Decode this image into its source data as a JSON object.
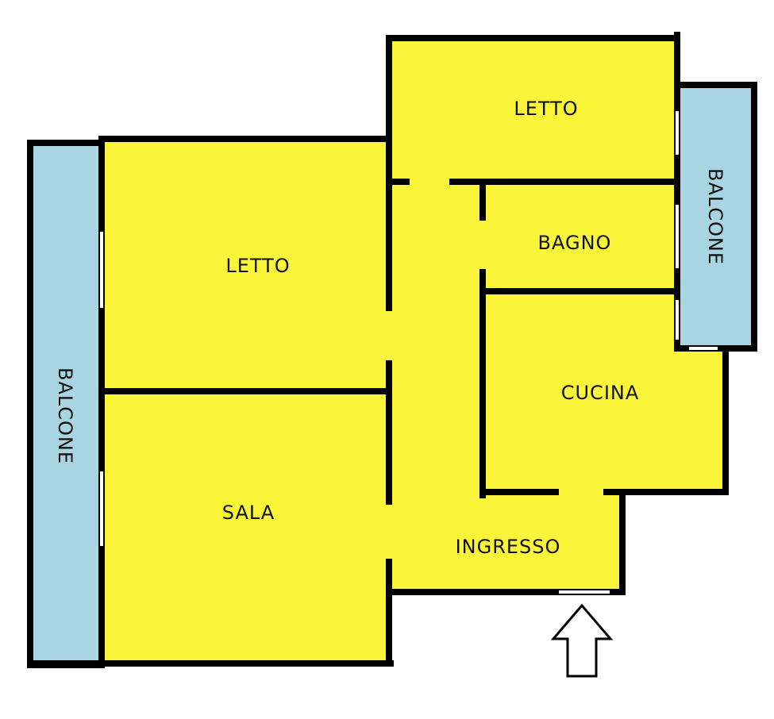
{
  "colors": {
    "room_fill": "#fbf53a",
    "balcony_fill": "#a9d5e3",
    "wall": "#000000",
    "window": "#ffffff",
    "background": "#ffffff"
  },
  "rooms": {
    "letto_top": "LETTO",
    "letto_left": "LETTO",
    "bagno": "BAGNO",
    "cucina": "CUCINA",
    "sala": "SALA",
    "ingresso": "INGRESSO",
    "balcone_left": "BALCONE",
    "balcone_right": "BALCONE"
  },
  "entrance": {
    "icon": "entrance-arrow-icon"
  }
}
